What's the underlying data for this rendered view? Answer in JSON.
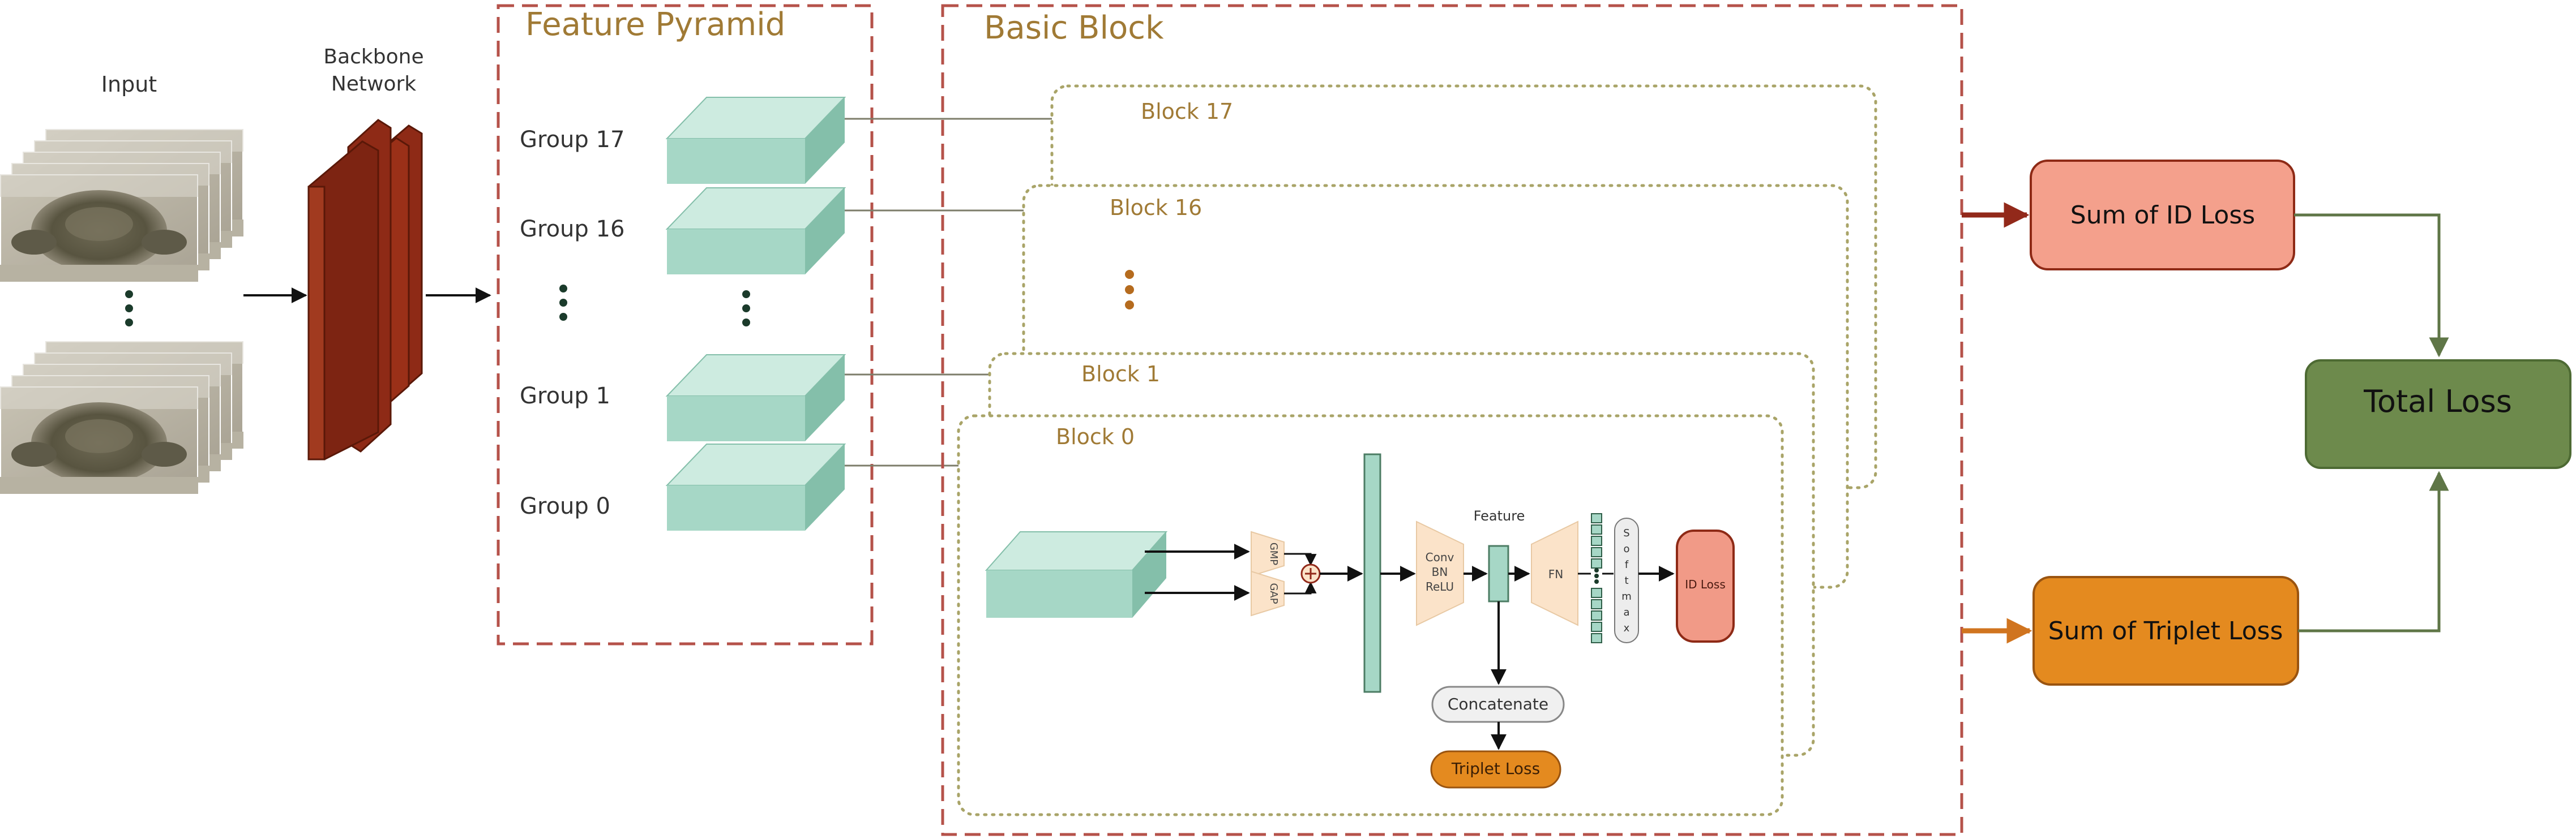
{
  "labels": {
    "input": "Input",
    "backbone_line1": "Backbone",
    "backbone_line2": "Network",
    "feature_pyramid": "Feature Pyramid",
    "basic_block": "Basic Block",
    "group17": "Group 17",
    "group16": "Group 16",
    "group1": "Group 1",
    "group0": "Group 0",
    "block17": "Block 17",
    "block16": "Block 16",
    "block1": "Block 1",
    "block0": "Block 0",
    "gmp": "GMP",
    "gap": "GAP",
    "conv": "Conv",
    "bn": "BN",
    "relu": "ReLU",
    "feature": "Feature",
    "fn": "FN",
    "softmax": [
      "S",
      "o",
      "f",
      "t",
      "m",
      "a",
      "x"
    ],
    "id_loss": "ID Loss",
    "concatenate": "Concatenate",
    "triplet_loss": "Triplet Loss",
    "sum_id_loss": "Sum of ID Loss",
    "sum_triplet_loss": "Sum of Triplet Loss",
    "total_loss": "Total Loss"
  },
  "colors": {
    "dashed_border": "#b5524a",
    "title_text": "#a07a35",
    "dotted_border": "#a9a468",
    "cube_front": "#a6d7c6",
    "cube_top": "#cdebe0",
    "cube_side": "#84bfaa",
    "backbone": "#8e2a16",
    "backbone_edge": "#5a1808",
    "gray_line": "#7d7d6a",
    "id_sum_fill": "#f4a08c",
    "id_arrow": "#92291a",
    "triplet_fill": "#e48a1f",
    "total_fill": "#6d8a4c",
    "green_line": "#5f7647",
    "trapezoid": "#fbe3c9",
    "id_loss_fill": "#f19a87",
    "dots_green": "#1b3b2b",
    "dots_orange": "#b56b1e"
  },
  "icons": {
    "input_images": "crab-photo-stack-icon",
    "plus": "circled-plus-icon"
  }
}
